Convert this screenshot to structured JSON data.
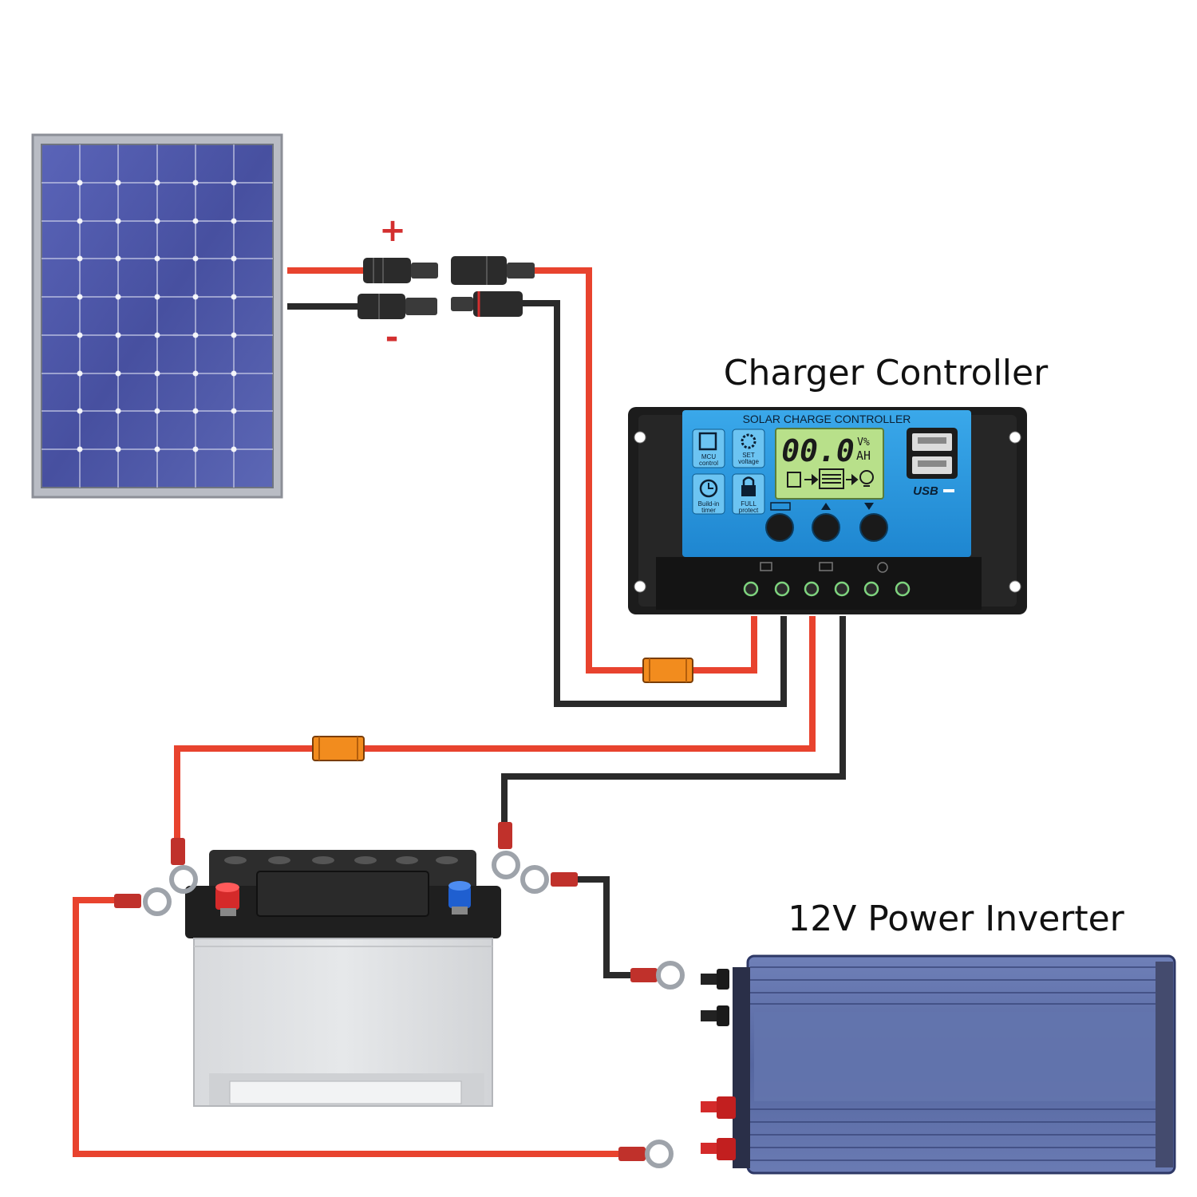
{
  "labels": {
    "controller": "Charger Controller",
    "inverter": "12V Power Inverter",
    "positive_sign": "+",
    "negative_sign": "-"
  },
  "controller_panel": {
    "header": "SOLAR CHARGE CONTROLLER",
    "lcd_value": "00.0",
    "lcd_unit_top": "V%",
    "lcd_unit_bottom": "AH",
    "usb_label": "USB",
    "features": [
      {
        "line1": "MCU",
        "line2": "control",
        "icon": "chip-icon"
      },
      {
        "line1": "SET",
        "line2": "voltage",
        "icon": "gear-icon"
      },
      {
        "line1": "Build-in",
        "line2": "timer",
        "icon": "clock-icon"
      },
      {
        "line1": "FULL",
        "line2": "protect",
        "icon": "lock-icon"
      }
    ]
  },
  "colors": {
    "positive_wire": "#e8432e",
    "negative_wire": "#2a2a2a",
    "fuse": "#f28c1e",
    "solar_cell": "#4a55a8",
    "controller_face": "#2b9be0",
    "lcd": "#b8e08a",
    "inverter_body": "#5566a0"
  }
}
